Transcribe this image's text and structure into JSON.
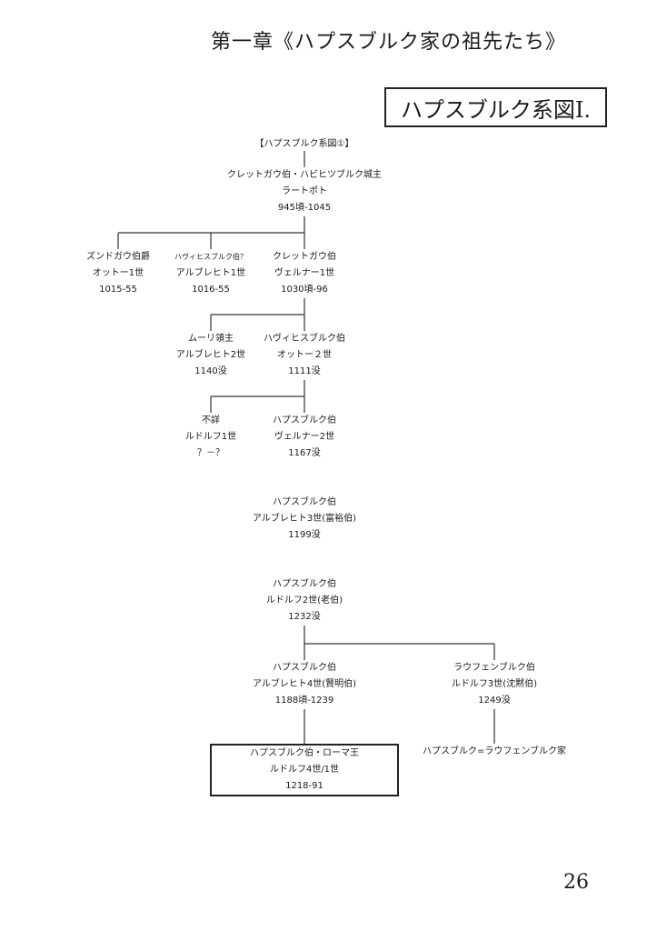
{
  "header": {
    "chapter_title": "第一章《ハプスブルク家の祖先たち》",
    "chart_title": "ハプスブルク系図Ⅰ."
  },
  "tree": {
    "label": "【ハプスブルク系図①】",
    "nodes": [
      {
        "id": "radbot",
        "lines": [
          "クレットガウ伯・ハビヒツブルク城主",
          "ラートポト",
          "945頃-1045"
        ]
      },
      {
        "id": "otto1",
        "lines": [
          "ズンドガウ伯爵",
          "オットー1世",
          "1015-55"
        ]
      },
      {
        "id": "albrecht1",
        "lines": [
          "ハヴィヒスブルク伯？",
          "アルブレヒト1世",
          "1016-55"
        ]
      },
      {
        "id": "werner1",
        "lines": [
          "クレットガウ伯",
          "ヴェルナー1世",
          "1030頃-96"
        ]
      },
      {
        "id": "albrecht2",
        "lines": [
          "ムーリ領主",
          "アルブレヒト2世",
          "1140没"
        ]
      },
      {
        "id": "otto2",
        "lines": [
          "ハヴィヒスブルク伯",
          "オットー２世",
          "1111没"
        ]
      },
      {
        "id": "rudolf1",
        "lines": [
          "不詳",
          "ルドルフ1世",
          "？－？"
        ]
      },
      {
        "id": "werner2",
        "lines": [
          "ハプスブルク伯",
          "ヴェルナー2世",
          "1167没"
        ]
      },
      {
        "id": "albrecht3",
        "lines": [
          "ハプスブルク伯",
          "アルブレヒト3世(富裕伯)",
          "1199没"
        ]
      },
      {
        "id": "rudolf2",
        "lines": [
          "ハプスブルク伯",
          "ルドルフ2世(老伯)",
          "1232没"
        ]
      },
      {
        "id": "albrecht4",
        "lines": [
          "ハプスブルク伯",
          "アルブレヒト4世(賢明伯)",
          "1188頃-1239"
        ]
      },
      {
        "id": "rudolf3",
        "lines": [
          "ラウフェンブルク伯",
          "ルドルフ3世(沈黙伯)",
          "1249没"
        ]
      },
      {
        "id": "rudolf4",
        "lines": [
          "ハプスブルク伯・ローマ王",
          "ルドルフ4世/1世",
          "1218-91"
        ]
      },
      {
        "id": "laufenburg",
        "lines": [
          "ハプスブルク=ラウフェンブルク家"
        ]
      }
    ]
  },
  "footer": {
    "page_number": "26"
  }
}
